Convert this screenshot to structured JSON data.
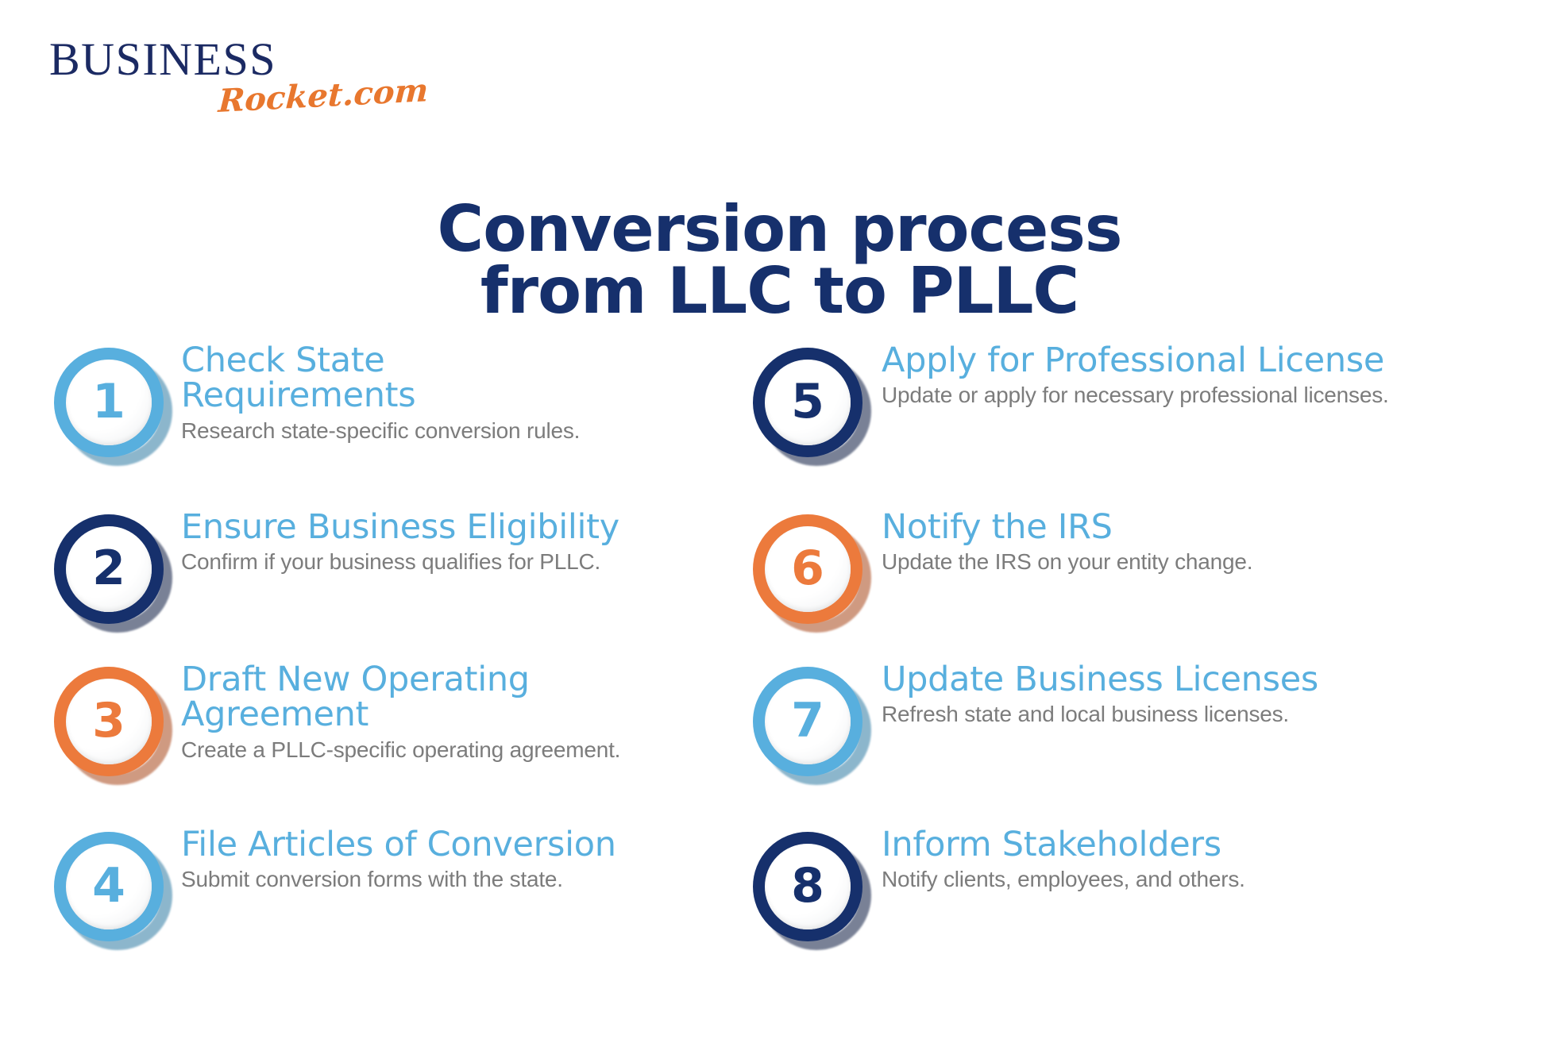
{
  "logo": {
    "primary": "BUSINESS",
    "secondary": "Rocket.com",
    "primary_color": "#1b2a63",
    "secondary_color": "#e8772e"
  },
  "title": {
    "line1": "Conversion process",
    "line2": "from LLC to PLLC",
    "color": "#16306c"
  },
  "palette": {
    "light_blue": "#58afde",
    "navy": "#16306c",
    "orange": "#ec7a3c",
    "description_gray": "#7c7c7c",
    "background": "#ffffff"
  },
  "steps": {
    "left": [
      {
        "number": "1",
        "color": "light_blue",
        "title": "Check State\nRequirements",
        "description": "Research state-specific conversion rules."
      },
      {
        "number": "2",
        "color": "navy",
        "title": "Ensure Business Eligibility",
        "description": "Confirm if your business qualifies for PLLC."
      },
      {
        "number": "3",
        "color": "orange",
        "title": "Draft New Operating\nAgreement",
        "description": "Create a PLLC-specific operating agreement."
      },
      {
        "number": "4",
        "color": "light_blue",
        "title": "File Articles of Conversion",
        "description": "Submit conversion forms with the state."
      }
    ],
    "right": [
      {
        "number": "5",
        "color": "navy",
        "title": "Apply for Professional License",
        "description": "Update or apply for necessary professional licenses."
      },
      {
        "number": "6",
        "color": "orange",
        "title": "Notify the IRS",
        "description": "Update the IRS on your entity change."
      },
      {
        "number": "7",
        "color": "light_blue",
        "title": "Update Business Licenses",
        "description": "Refresh state and local business licenses."
      },
      {
        "number": "8",
        "color": "navy",
        "title": "Inform Stakeholders",
        "description": "Notify clients, employees, and others."
      }
    ]
  }
}
